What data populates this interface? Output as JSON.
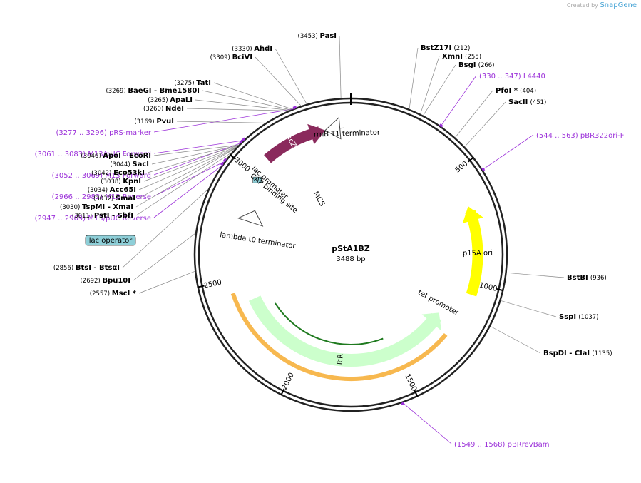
{
  "watermark": {
    "created_by": "Created by",
    "product": "SnapGene"
  },
  "plasmid": {
    "name": "pStA1BZ",
    "length_label": "3488 bp",
    "length": 3488
  },
  "ticks": [
    {
      "pos": 0,
      "label": ""
    },
    {
      "pos": 500,
      "label": "500"
    },
    {
      "pos": 1000,
      "label": "1000"
    },
    {
      "pos": 1500,
      "label": "1500"
    },
    {
      "pos": 2000,
      "label": "2000"
    },
    {
      "pos": 2500,
      "label": "2500"
    },
    {
      "pos": 3000,
      "label": "3000"
    }
  ],
  "features": [
    {
      "id": "lacZa",
      "name": "lacZα",
      "start": 3090,
      "end": 3350,
      "dir": 1,
      "ring": 0,
      "color": "#8a2a5c",
      "textcolor": "#ffffff",
      "labelInside": true
    },
    {
      "id": "p15A",
      "name": "p15A ori",
      "start": 680,
      "end": 1050,
      "dir": -1,
      "ring": 0,
      "color": "#ffff00",
      "textcolor": "#000000",
      "labelInside": true
    },
    {
      "id": "TcR",
      "name": "TcR",
      "start": 1220,
      "end": 2380,
      "dir": -1,
      "ring": 1,
      "color": "#ccffcc",
      "textcolor": "#000000",
      "labelInside": true
    },
    {
      "id": "rrnB",
      "name": "rrnB T1 terminator",
      "start": 3400,
      "end": 3460,
      "dir": -1,
      "ring": 0,
      "color": "#ffffff",
      "textcolor": "#000000",
      "labelInside": false
    },
    {
      "id": "lambda",
      "name": "lambda t0 terminator",
      "start": 2780,
      "end": 2830,
      "dir": 1,
      "ring": 1,
      "color": "#ffffff",
      "textcolor": "#000000",
      "labelInside": false
    }
  ],
  "feature_labels": [
    {
      "text": "rrnB T1 terminator",
      "pos": 3470,
      "r": 170,
      "curved": true
    },
    {
      "text": "lac promoter",
      "pos": 3020,
      "r": 152,
      "curved": false
    },
    {
      "text": "CAP binding site",
      "pos": 2990,
      "r": 138,
      "curved": false
    },
    {
      "text": "MCS",
      "pos": 3200,
      "r": 90,
      "curved": false
    },
    {
      "text": "lambda t0 terminator",
      "pos": 2700,
      "r": 132,
      "curved": false
    },
    {
      "text": "tet promoter",
      "pos": 1150,
      "r": 140,
      "curved": false
    }
  ],
  "primers": [
    {
      "name": "pBR322ori-F",
      "range": "(544 .. 563)",
      "pos": 554,
      "side": "right"
    },
    {
      "name": "L4440",
      "range": "(330 .. 347)",
      "pos": 339,
      "side": "top"
    },
    {
      "name": "pBRrevBam",
      "range": "(1549 .. 1568)",
      "pos": 1558,
      "side": "bottom"
    },
    {
      "name": "pRS-marker",
      "range": "(3277 .. 3296)",
      "pos": 3286,
      "side": "left"
    },
    {
      "name": "M13/pUC Forward",
      "range": "(3061 .. 3083)",
      "pos": 3072,
      "side": "left"
    },
    {
      "name": "M13 Forward",
      "range": "(3052 .. 3069)",
      "pos": 3060,
      "side": "left"
    },
    {
      "name": "M13 Reverse",
      "range": "(2966 .. 2982)",
      "pos": 2974,
      "side": "left"
    },
    {
      "name": "M13/pUC Reverse",
      "range": "(2947 .. 2969)",
      "pos": 2958,
      "side": "left"
    }
  ],
  "sites_right": [
    {
      "name": "BstZ17I",
      "pos": 212,
      "coord": "(212)"
    },
    {
      "name": "XmnI",
      "pos": 255,
      "coord": "(255)"
    },
    {
      "name": "BsgI",
      "pos": 266,
      "coord": "(266)"
    },
    {
      "name": "PfoI *",
      "pos": 404,
      "coord": "(404)"
    },
    {
      "name": "SacII",
      "pos": 451,
      "coord": "(451)"
    },
    {
      "name": "BstBI",
      "pos": 936,
      "coord": "(936)"
    },
    {
      "name": "SspI",
      "pos": 1037,
      "coord": "(1037)"
    },
    {
      "name": "BspDI - ClaI",
      "pos": 1135,
      "coord": "(1135)"
    }
  ],
  "sites_bottom": [],
  "sites_left": [
    {
      "name": "PvuI",
      "pos": 3169,
      "coord": "(3169)"
    },
    {
      "name": "NdeI",
      "pos": 3260,
      "coord": "(3260)"
    },
    {
      "name": "ApaLI",
      "pos": 3265,
      "coord": "(3265)"
    },
    {
      "name": "BaeGI - Bme1580I",
      "pos": 3269,
      "coord": "(3269)"
    },
    {
      "name": "TatI",
      "pos": 3275,
      "coord": "(3275)"
    },
    {
      "name": "BciVI",
      "pos": 3309,
      "coord": "(3309)"
    },
    {
      "name": "AhdI",
      "pos": 3330,
      "coord": "(3330)"
    },
    {
      "name": "PasI",
      "pos": 3453,
      "coord": "(3453)"
    },
    {
      "name": "ApoI - EcoRI",
      "pos": 3046,
      "coord": "(3046)"
    },
    {
      "name": "SacI",
      "pos": 3044,
      "coord": "(3044)"
    },
    {
      "name": "Eco53kI",
      "pos": 3042,
      "coord": "(3042)"
    },
    {
      "name": "KpnI",
      "pos": 3038,
      "coord": "(3038)"
    },
    {
      "name": "Acc65I",
      "pos": 3034,
      "coord": "(3034)"
    },
    {
      "name": "SmaI",
      "pos": 3032,
      "coord": "(3032)"
    },
    {
      "name": "TspMI - XmaI",
      "pos": 3030,
      "coord": "(3030)"
    },
    {
      "name": "PstI - SbfI",
      "pos": 3011,
      "coord": "(3011)"
    },
    {
      "name": "BtsI - BtsαI",
      "pos": 2856,
      "coord": "(2856)"
    },
    {
      "name": "Bpu10I",
      "pos": 2692,
      "coord": "(2692)"
    },
    {
      "name": "MscI *",
      "pos": 2557,
      "coord": "(2557)"
    }
  ],
  "lac_operator": {
    "label": "lac operator",
    "pos": 2990,
    "color": "#8ecfd8"
  },
  "colors": {
    "backbone": "#222222",
    "primer": "#9b30d9",
    "site_line": "#888888",
    "tcr_band": "#f5a623",
    "tcr_arrow": "#1f7a1f"
  }
}
